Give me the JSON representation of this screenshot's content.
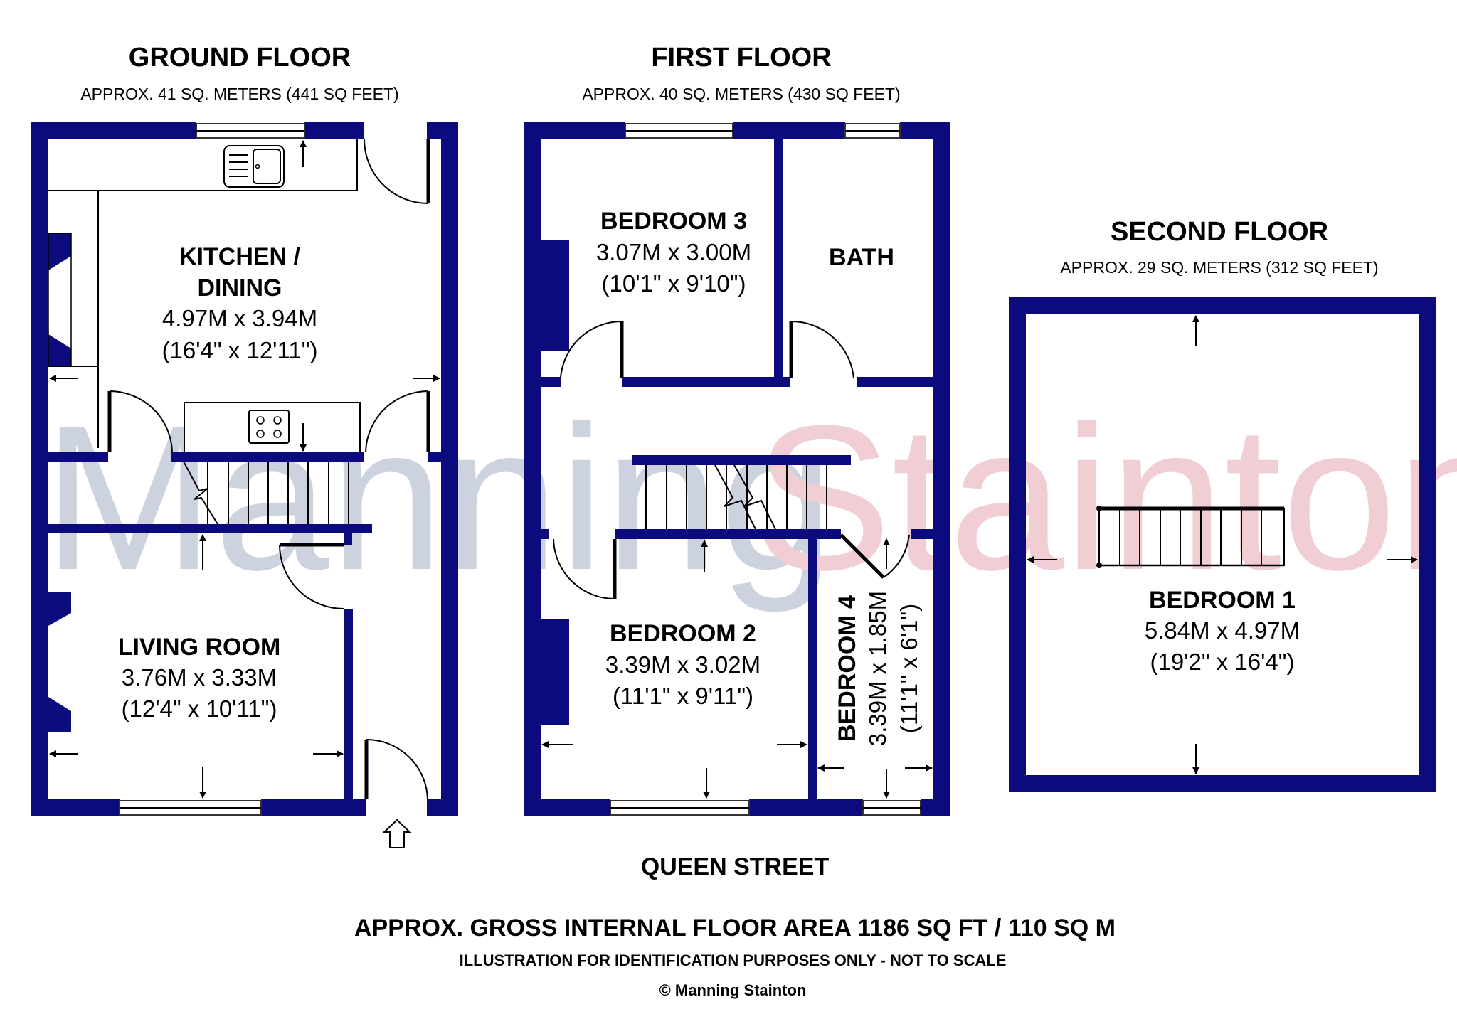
{
  "watermark": {
    "word1": "Manning",
    "word2": "Stainton",
    "color1": "#cdd3de",
    "color2": "#f1cdd4"
  },
  "colors": {
    "wall": "#0b0b7d"
  },
  "floors": {
    "ground": {
      "title": "GROUND FLOOR",
      "area": "APPROX. 41 SQ. METERS (441 SQ FEET)",
      "rooms": [
        {
          "name_line1": "KITCHEN /",
          "name_line2": "DINING",
          "metric": "4.97M x 3.94M",
          "imperial": "(16'4\" x 12'11\")"
        },
        {
          "name": "LIVING ROOM",
          "metric": "3.76M x 3.33M",
          "imperial": "(12'4\" x 10'11\")"
        }
      ]
    },
    "first": {
      "title": "FIRST FLOOR",
      "area": "APPROX. 40 SQ. METERS (430 SQ FEET)",
      "rooms": [
        {
          "name": "BEDROOM 3",
          "metric": "3.07M x 3.00M",
          "imperial": "(10'1\" x 9'10\")"
        },
        {
          "name": "BATH"
        },
        {
          "name": "BEDROOM 2",
          "metric": "3.39M x 3.02M",
          "imperial": "(11'1\" x 9'11\")"
        },
        {
          "name": "BEDROOM 4",
          "metric": "3.39M x 1.85M",
          "imperial": "(11'1\" x 6'1\")"
        }
      ]
    },
    "second": {
      "title": "SECOND FLOOR",
      "area": "APPROX. 29 SQ. METERS (312 SQ FEET)",
      "rooms": [
        {
          "name": "BEDROOM 1",
          "metric": "5.84M x 4.97M",
          "imperial": "(19'2\" x 16'4\")"
        }
      ]
    }
  },
  "street": "QUEEN STREET",
  "footer": {
    "gross_area": "APPROX. GROSS INTERNAL FLOOR AREA 1186 SQ FT / 110 SQ M",
    "disclaimer": "ILLUSTRATION FOR IDENTIFICATION PURPOSES ONLY - NOT TO SCALE",
    "copyright": "© Manning Stainton"
  }
}
